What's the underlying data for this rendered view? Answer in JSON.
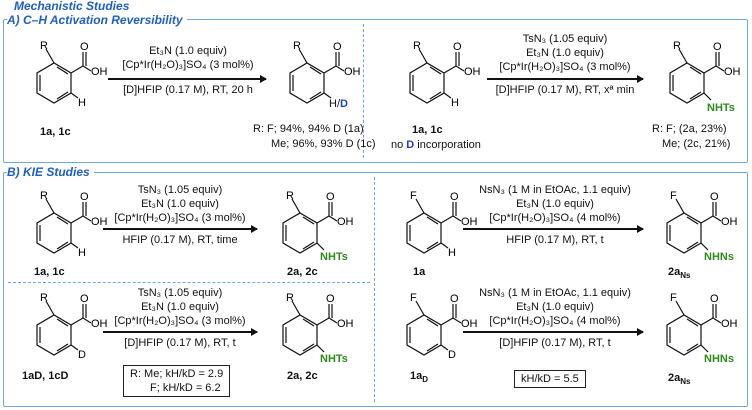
{
  "title": "Mechanistic Studies",
  "panelA": {
    "heading": "A) C–H Activation Reversibility",
    "left": {
      "cond1": "Et₃N (1.0 equiv)",
      "cond2": "[Cp*Ir(H₂O)₃]SO₄ (3 mol%)",
      "cond3": "[D]HFIP (0.17 M), RT, 20 h",
      "sm_label": "1a, 1c",
      "res1": "R: F; 94%, 94% D (1a)",
      "res2": "Me; 96%, 93% D (1c)",
      "hd": "H/D"
    },
    "right": {
      "cond1": "TsN₃ (1.05 equiv)",
      "cond2": "Et₃N (1.0 equiv)",
      "cond3": "[Cp*Ir(H₂O)₃]SO₄ (3 mol%)",
      "cond4": "[D]HFIP (0.17 M), RT, xª min",
      "sm_label": "1a, 1c",
      "noD": "no D incorporation",
      "res1": "R: F; (2a, 23%)",
      "res2": "Me; (2c, 21%)"
    }
  },
  "panelB": {
    "heading": "B) KIE Studies",
    "r1": {
      "cond1": "TsN₃ (1.05 equiv)",
      "cond2": "Et₃N (1.0 equiv)",
      "cond3": "[Cp*Ir(H₂O)₃]SO₄ (3 mol%)",
      "cond4": "HFIP (0.17 M), RT, time",
      "sm_label": "1a, 1c",
      "pr_label": "2a, 2c"
    },
    "r2": {
      "cond1": "TsN₃ (1.05 equiv)",
      "cond2": "Et₃N (1.0 equiv)",
      "cond3": "[Cp*Ir(H₂O)₃]SO₄ (3 mol%)",
      "cond4": "[D]HFIP (0.17 M), RT, t",
      "sm_label": "1aD, 1cD",
      "pr_label": "2a, 2c",
      "kie1": "R: Me; kH/kD = 2.9",
      "kie2": "F; kH/kD = 6.2"
    },
    "r3": {
      "cond1": "NsN₃ (1 M in EtOAc, 1.1 equiv)",
      "cond2": "Et₃N (1.0 equiv)",
      "cond3": "[Cp*Ir(H₂O)₃]SO₄ (4 mol%)",
      "cond4": "HFIP (0.17 M), RT, t",
      "sm_label": "1a",
      "pr_label": "2aNs"
    },
    "r4": {
      "cond1": "NsN₃ (1 M in EtOAc, 1.1 equiv)",
      "cond2": "Et₃N (1.0 equiv)",
      "cond3": "[Cp*Ir(H₂O)₃]SO₄ (4 mol%)",
      "cond4": "[D]HFIP (0.17 M), RT, t",
      "sm_label": "1aD",
      "pr_label": "2aNs",
      "kie": "kH/kD = 5.5"
    }
  },
  "atoms": {
    "R": "R",
    "F": "F",
    "O": "O",
    "OH": "OH",
    "H": "H",
    "D": "D",
    "NHTs": "NHTs",
    "NHNs": "NHNs"
  },
  "colors": {
    "accent": "#1f5fbf",
    "border": "#6fa8dc",
    "green": "#2e8b1e",
    "deuterium": "#1f3fd0"
  }
}
